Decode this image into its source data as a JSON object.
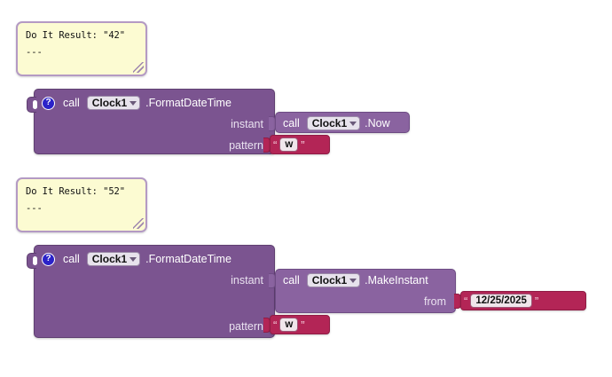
{
  "app": {
    "name": "MIT App Inventor Blocks Editor",
    "background": "#ffffff"
  },
  "colors": {
    "block_outer": "#7b5490",
    "block_inner": "#8a63a0",
    "block_string": "#b32556",
    "balloon_bg": "#fcfbd2",
    "balloon_border": "#b49ac4",
    "help_icon_bg": "#2b22c8"
  },
  "examples": [
    {
      "id": "example-now",
      "balloon": {
        "result_line": "Do It Result: \"42\"",
        "dashes": "---"
      },
      "outer_block": {
        "help_icon": "?",
        "call_label": "call",
        "component": "Clock1",
        "method": ".FormatDateTime",
        "params": [
          {
            "name": "instant"
          },
          {
            "name": "pattern"
          }
        ]
      },
      "inner_block": {
        "call_label": "call",
        "component": "Clock1",
        "method": ".Now"
      },
      "pattern_string": {
        "open_quote": "“",
        "value": "w",
        "close_quote": "”"
      }
    },
    {
      "id": "example-makeinstant",
      "balloon": {
        "result_line": "Do It Result: \"52\"",
        "dashes": "---"
      },
      "outer_block": {
        "help_icon": "?",
        "call_label": "call",
        "component": "Clock1",
        "method": ".FormatDateTime",
        "params": [
          {
            "name": "instant"
          },
          {
            "name": "pattern"
          }
        ]
      },
      "inner_block": {
        "call_label": "call",
        "component": "Clock1",
        "method": ".MakeInstant",
        "params": [
          {
            "name": "from"
          }
        ]
      },
      "from_string": {
        "open_quote": "“",
        "value": "12/25/2025",
        "close_quote": "”"
      },
      "pattern_string": {
        "open_quote": "“",
        "value": "w",
        "close_quote": "”"
      }
    }
  ]
}
